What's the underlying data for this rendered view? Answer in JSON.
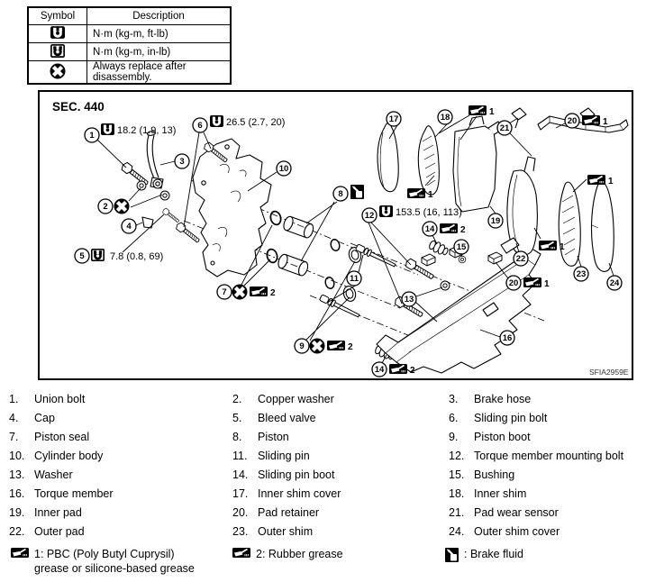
{
  "legend_table": {
    "header": {
      "symbol": "Symbol",
      "description": "Description"
    },
    "rows": [
      {
        "icon": "torque-ftlb-icon",
        "description": "N·m (kg-m, ft-lb)"
      },
      {
        "icon": "torque-inlb-icon",
        "description": "N·m (kg-m, in-lb)"
      },
      {
        "icon": "replace-icon",
        "description": "Always replace after disassembly."
      }
    ]
  },
  "diagram": {
    "section_label": "SEC. 440",
    "figure_code": "SFIA2959E",
    "callouts": {
      "n1": "1",
      "n2": "2",
      "n3": "3",
      "n4": "4",
      "n5": "5",
      "n6": "6",
      "n7": "7",
      "n8": "8",
      "n9": "9",
      "n10": "10",
      "n11": "11",
      "n12": "12",
      "n13": "13",
      "n14": "14",
      "n15": "15",
      "n16": "16",
      "n17": "17",
      "n18": "18",
      "n19": "19",
      "n20": "20",
      "n21": "21",
      "n22": "22",
      "n23": "23",
      "n24": "24"
    },
    "torques": {
      "union_bolt": "18.2 (1.9, 13)",
      "sliding_pin_bolt": "26.5 (2.7, 20)",
      "bleed_valve": "7.8 (0.8, 69)",
      "torque_member_bolt": "153.5 (16, 113)"
    },
    "grease_marks": {
      "g1": "1",
      "g2": "2"
    }
  },
  "parts": {
    "rows": [
      [
        {
          "num": "1.",
          "name": "Union bolt"
        },
        {
          "num": "2.",
          "name": "Copper washer"
        },
        {
          "num": "3.",
          "name": "Brake hose"
        }
      ],
      [
        {
          "num": "4.",
          "name": "Cap"
        },
        {
          "num": "5.",
          "name": "Bleed valve"
        },
        {
          "num": "6.",
          "name": "Sliding pin bolt"
        }
      ],
      [
        {
          "num": "7.",
          "name": "Piston seal"
        },
        {
          "num": "8.",
          "name": "Piston"
        },
        {
          "num": "9.",
          "name": "Piston boot"
        }
      ],
      [
        {
          "num": "10.",
          "name": "Cylinder body"
        },
        {
          "num": "11.",
          "name": "Sliding pin"
        },
        {
          "num": "12.",
          "name": "Torque member mounting bolt"
        }
      ],
      [
        {
          "num": "13.",
          "name": "Washer"
        },
        {
          "num": "14.",
          "name": "Sliding pin boot"
        },
        {
          "num": "15.",
          "name": "Bushing"
        }
      ],
      [
        {
          "num": "16.",
          "name": "Torque member"
        },
        {
          "num": "17.",
          "name": "Inner shim cover"
        },
        {
          "num": "18.",
          "name": "Inner shim"
        }
      ],
      [
        {
          "num": "19.",
          "name": "Inner pad"
        },
        {
          "num": "20.",
          "name": "Pad retainer"
        },
        {
          "num": "21.",
          "name": "Pad wear sensor"
        }
      ],
      [
        {
          "num": "22.",
          "name": "Outer pad"
        },
        {
          "num": "23.",
          "name": "Outer shim"
        },
        {
          "num": "24.",
          "name": "Outer shim cover"
        }
      ]
    ]
  },
  "footer_legend": {
    "grease1": "1: PBC (Poly Butyl Cuprysil) grease or silicone-based grease",
    "grease2": "2: Rubber grease",
    "brake_fluid": ": Brake fluid"
  }
}
